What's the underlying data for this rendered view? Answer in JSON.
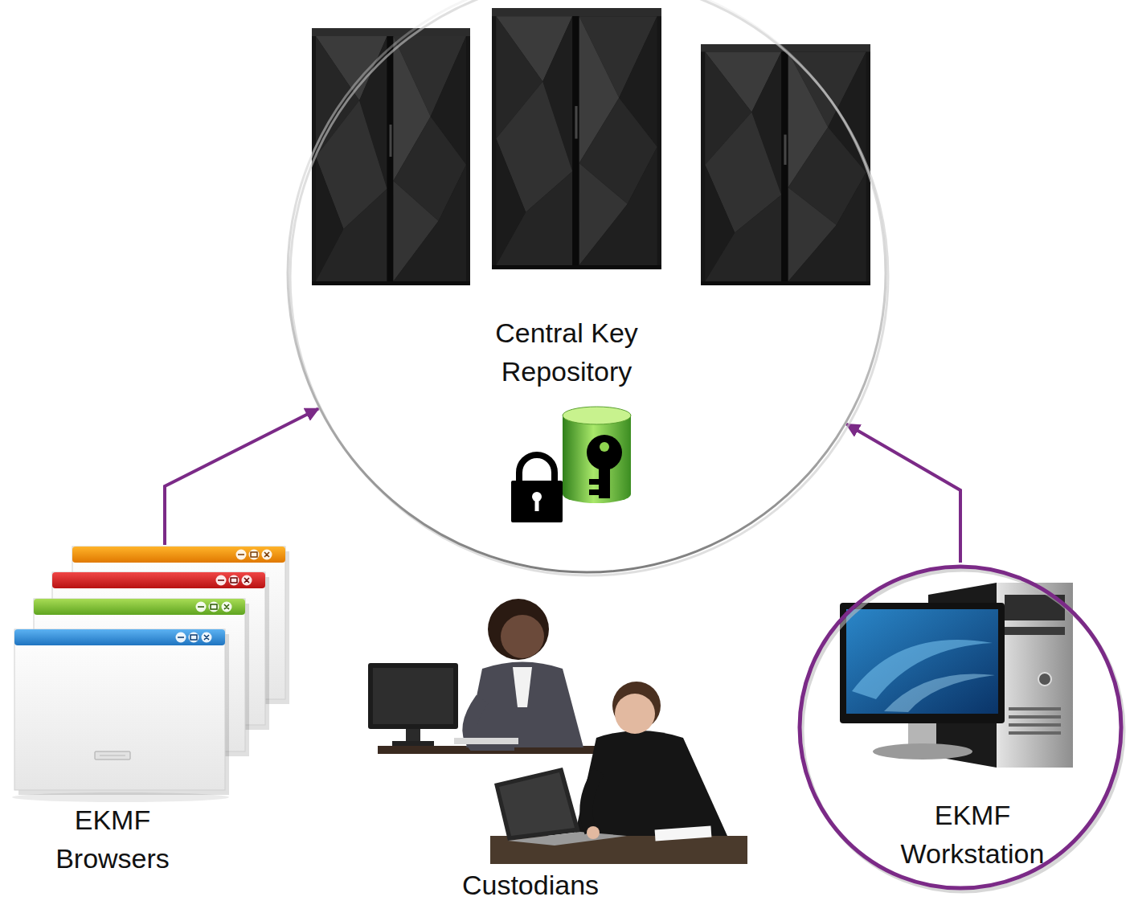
{
  "diagram": {
    "nodes": [
      {
        "text": [
          "Central Key Repository"
        ]
      },
      {
        "text": [
          "EKMF Browsers"
        ]
      },
      {
        "text": [
          "EKMF Workstation"
        ]
      }
    ],
    "edges": [
      {
        "from": 1,
        "to": 0,
        "arrow": "to"
      },
      {
        "from": 2,
        "to": 0,
        "arrow": "to"
      }
    ],
    "labels": [
      "Custodians"
    ]
  }
}
